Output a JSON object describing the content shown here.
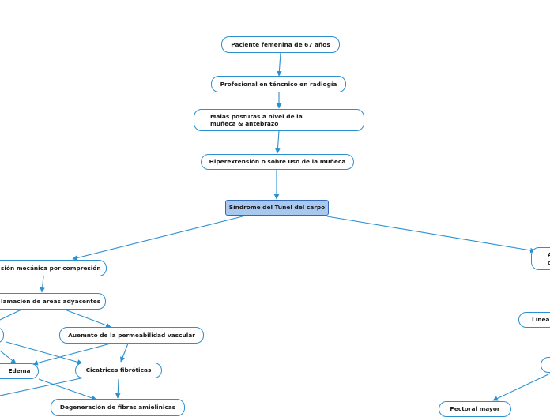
{
  "colors": {
    "line": "#2b8fd0",
    "node_border": "#2b8fd0",
    "central_fill": "#a8c8f0",
    "central_border": "#3569b8"
  },
  "nodes": {
    "paciente": "Paciente femenina de 67 años",
    "profesional": "Profesional en téncnico en radiogía",
    "posturas": "Malas posturas a nivel de la muñeca & antebrazo",
    "hiperextension": "Hiperextensión o sobre uso de la muñeca",
    "sindrome": "Síndrome del Tunel del carpo",
    "lesion": "sión mecánica por compresión",
    "inflamacion": "lamación de areas adyacentes",
    "aumento": "Auemnto de la permeabilidad vascular",
    "edema": "Edema",
    "cicatrices": "Cicatrices fibróticas",
    "degeneracion": "Degeneración de fibras amielinicas",
    "right_top": "A\nc",
    "linea": "Línea",
    "pectoral": "Pectoral mayor"
  }
}
